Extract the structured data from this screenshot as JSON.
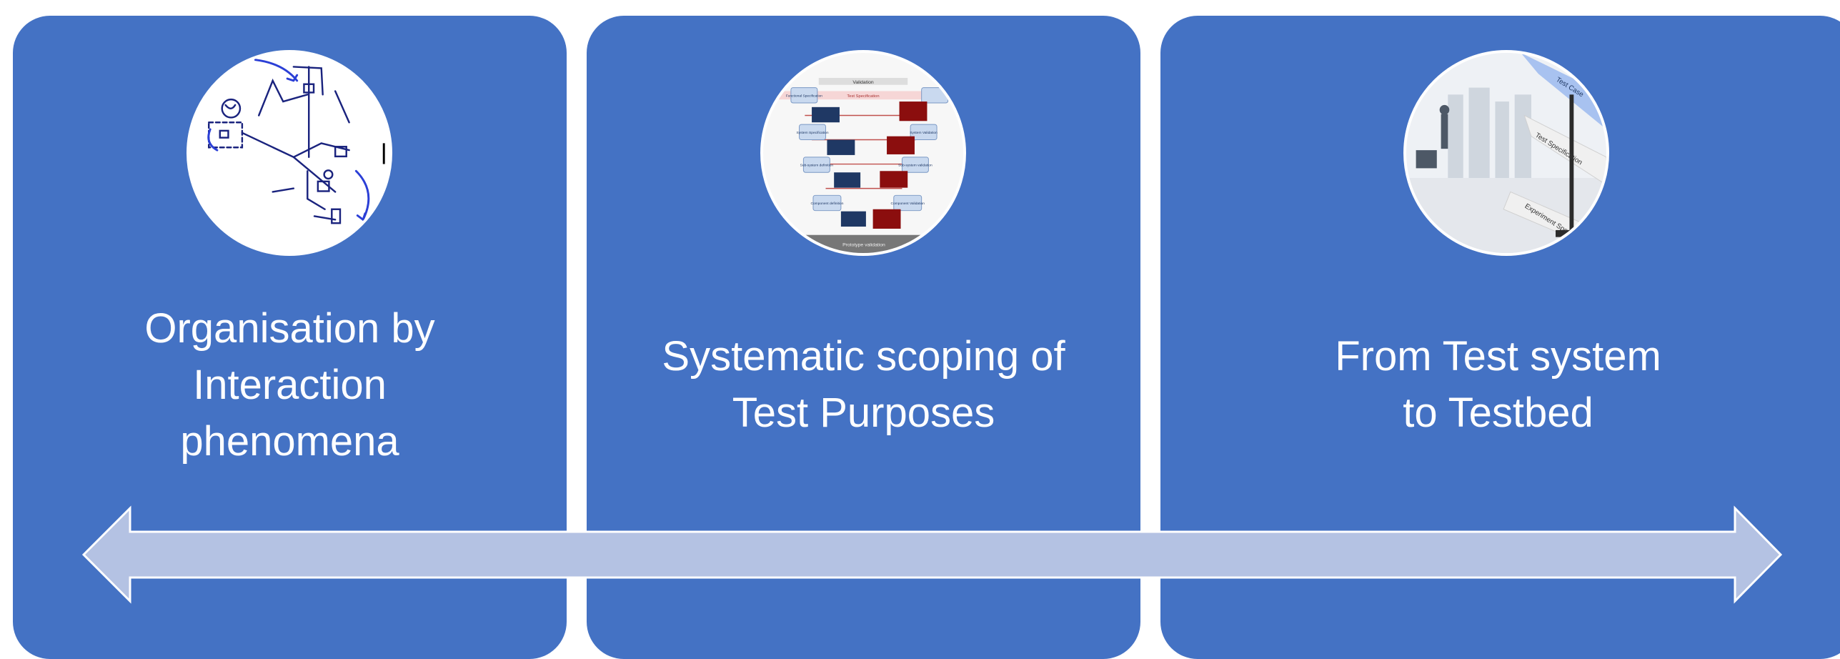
{
  "panels": [
    {
      "caption_lines": [
        "Organisation by",
        "Interaction",
        "phenomena"
      ],
      "image": "interaction-sketch"
    },
    {
      "caption_lines": [
        "Systematic scoping of",
        "Test Purposes"
      ],
      "image": "v-model-diagram"
    },
    {
      "caption_lines": [
        "From Test system",
        "to Testbed"
      ],
      "image": "testbed-photo"
    }
  ],
  "thumbnail_text": {
    "v_model": {
      "validation": "Validation",
      "test_specification": "Test Specification",
      "prototype_validation": "Prototype validation",
      "functional_specification": "Functional Specification",
      "system_specification": "System Specification",
      "system_validation": "System Validation",
      "subsystem_definition": "Sub-system definition",
      "subsystem_validation": "Sub-system validation",
      "component_definition": "Component definition",
      "component_validation": "Component Validation"
    },
    "testbed": {
      "test_case": "Test Case",
      "test_specification": "Test Specification",
      "experiment_spec": "Experiment Spec"
    }
  },
  "colors": {
    "panel": "#4472c4",
    "arrow": "#b4c2e3",
    "caption": "#ffffff"
  }
}
